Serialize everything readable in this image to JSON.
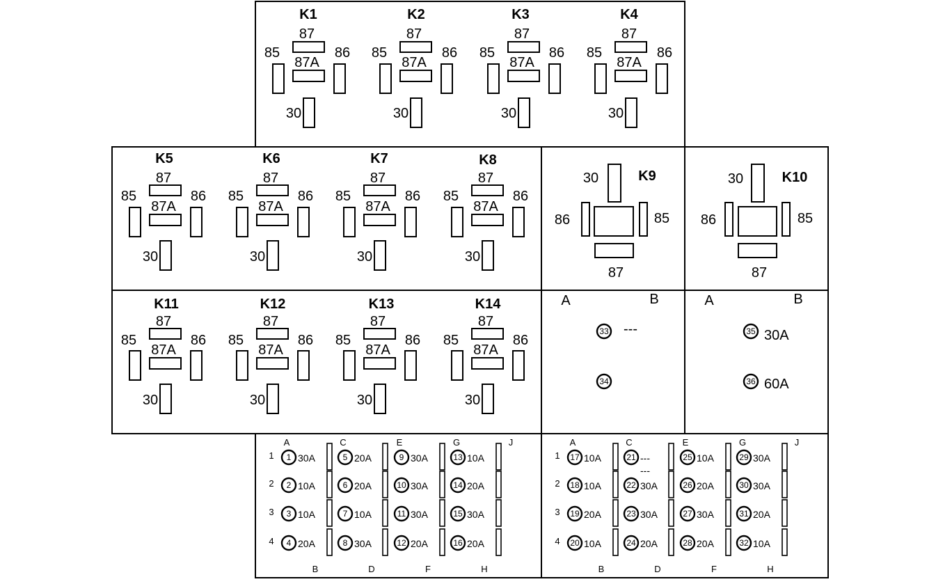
{
  "relays": [
    {
      "id": "K1",
      "pins": {
        "p87": "87",
        "p87a": "87A",
        "p85": "85",
        "p86": "86",
        "p30": "30"
      }
    },
    {
      "id": "K2",
      "pins": {
        "p87": "87",
        "p87a": "87A",
        "p85": "85",
        "p86": "86",
        "p30": "30"
      }
    },
    {
      "id": "K3",
      "pins": {
        "p87": "87",
        "p87a": "87A",
        "p85": "85",
        "p86": "86",
        "p30": "30"
      }
    },
    {
      "id": "K4",
      "pins": {
        "p87": "87",
        "p87a": "87A",
        "p85": "85",
        "p86": "86",
        "p30": "30"
      }
    },
    {
      "id": "K5",
      "pins": {
        "p87": "87",
        "p87a": "87A",
        "p85": "85",
        "p86": "86",
        "p30": "30"
      }
    },
    {
      "id": "K6",
      "pins": {
        "p87": "87",
        "p87a": "87A",
        "p85": "85",
        "p86": "86",
        "p30": "30"
      }
    },
    {
      "id": "K7",
      "pins": {
        "p87": "87",
        "p87a": "87A",
        "p85": "85",
        "p86": "86",
        "p30": "30"
      }
    },
    {
      "id": "K8",
      "pins": {
        "p87": "87",
        "p87a": "87A",
        "p85": "85",
        "p86": "86",
        "p30": "30"
      }
    },
    {
      "id": "K11",
      "pins": {
        "p87": "87",
        "p87a": "87A",
        "p85": "85",
        "p86": "86",
        "p30": "30"
      }
    },
    {
      "id": "K12",
      "pins": {
        "p87": "87",
        "p87a": "87A",
        "p85": "85",
        "p86": "86",
        "p30": "30"
      }
    },
    {
      "id": "K13",
      "pins": {
        "p87": "87",
        "p87a": "87A",
        "p85": "85",
        "p86": "86",
        "p30": "30"
      }
    },
    {
      "id": "K14",
      "pins": {
        "p87": "87",
        "p87a": "87A",
        "p85": "85",
        "p86": "86",
        "p30": "30"
      }
    }
  ],
  "big_relays": [
    {
      "id": "K9",
      "pins": {
        "p30": "30",
        "p86": "86",
        "p85": "85",
        "p87": "87"
      }
    },
    {
      "id": "K10",
      "pins": {
        "p30": "30",
        "p86": "86",
        "p85": "85",
        "p87": "87"
      }
    }
  ],
  "maxi_fuse_panels": [
    {
      "col_a": "A",
      "col_b": "B",
      "fuses": [
        {
          "num": "33",
          "rating": "---"
        },
        {
          "num": "34",
          "rating": ""
        }
      ]
    },
    {
      "col_a": "A",
      "col_b": "B",
      "fuses": [
        {
          "num": "35",
          "rating": "30A"
        },
        {
          "num": "36",
          "rating": "60A"
        }
      ]
    }
  ],
  "fuse_blocks": [
    {
      "col_top": [
        "A",
        "C",
        "E",
        "G",
        "J"
      ],
      "col_bottom": [
        "B",
        "D",
        "F",
        "H"
      ],
      "rows": [
        "1",
        "2",
        "3",
        "4"
      ],
      "fuses": [
        {
          "num": "1",
          "rating": "30A"
        },
        {
          "num": "2",
          "rating": "10A"
        },
        {
          "num": "3",
          "rating": "10A"
        },
        {
          "num": "4",
          "rating": "20A"
        },
        {
          "num": "5",
          "rating": "20A"
        },
        {
          "num": "6",
          "rating": "20A"
        },
        {
          "num": "7",
          "rating": "10A"
        },
        {
          "num": "8",
          "rating": "30A"
        },
        {
          "num": "9",
          "rating": "30A"
        },
        {
          "num": "10",
          "rating": "30A"
        },
        {
          "num": "11",
          "rating": "30A"
        },
        {
          "num": "12",
          "rating": "20A"
        },
        {
          "num": "13",
          "rating": "10A"
        },
        {
          "num": "14",
          "rating": "20A"
        },
        {
          "num": "15",
          "rating": "30A"
        },
        {
          "num": "16",
          "rating": "20A"
        }
      ]
    },
    {
      "col_top": [
        "A",
        "C",
        "E",
        "G",
        "J"
      ],
      "col_bottom": [
        "B",
        "D",
        "F",
        "H"
      ],
      "rows": [
        "1",
        "2",
        "3",
        "4"
      ],
      "fuses": [
        {
          "num": "17",
          "rating": "10A"
        },
        {
          "num": "18",
          "rating": "10A"
        },
        {
          "num": "19",
          "rating": "20A"
        },
        {
          "num": "20",
          "rating": "10A"
        },
        {
          "num": "21",
          "rating": "---\n---"
        },
        {
          "num": "22",
          "rating": "30A"
        },
        {
          "num": "23",
          "rating": "30A"
        },
        {
          "num": "24",
          "rating": "20A"
        },
        {
          "num": "25",
          "rating": "10A"
        },
        {
          "num": "26",
          "rating": "20A"
        },
        {
          "num": "27",
          "rating": "30A"
        },
        {
          "num": "28",
          "rating": "20A"
        },
        {
          "num": "29",
          "rating": "30A"
        },
        {
          "num": "30",
          "rating": "30A"
        },
        {
          "num": "31",
          "rating": "20A"
        },
        {
          "num": "32",
          "rating": "10A"
        }
      ]
    }
  ]
}
